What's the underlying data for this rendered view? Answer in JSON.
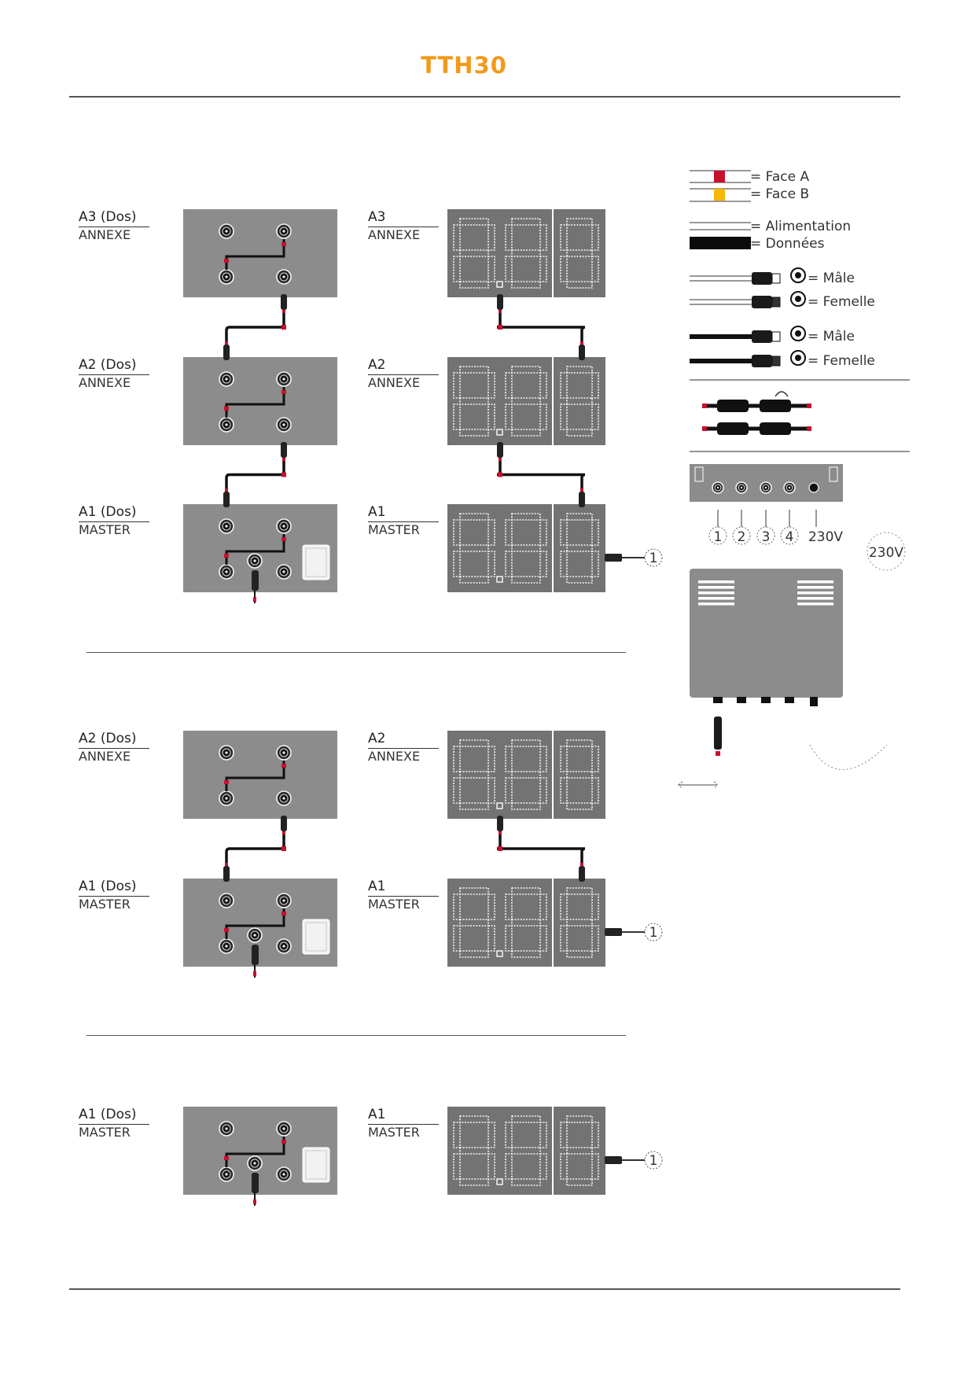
{
  "page": {
    "title": "TTH30"
  },
  "sections": [
    {
      "rows": [
        {
          "back_label": "A3 (Dos)",
          "back_role": "ANNEXE",
          "front_label": "A3",
          "front_role": "ANNEXE"
        },
        {
          "back_label": "A2 (Dos)",
          "back_role": "ANNEXE",
          "front_label": "A2",
          "front_role": "ANNEXE"
        },
        {
          "back_label": "A1 (Dos)",
          "back_role": "MASTER",
          "front_label": "A1",
          "front_role": "MASTER"
        }
      ]
    },
    {
      "rows": [
        {
          "back_label": "A2 (Dos)",
          "back_role": "ANNEXE",
          "front_label": "A2",
          "front_role": "ANNEXE"
        },
        {
          "back_label": "A1 (Dos)",
          "back_role": "MASTER",
          "front_label": "A1",
          "front_role": "MASTER"
        }
      ]
    },
    {
      "rows": [
        {
          "back_label": "A1 (Dos)",
          "back_role": "MASTER",
          "front_label": "A1",
          "front_role": "MASTER"
        }
      ]
    }
  ],
  "display_digits": "8.88",
  "legend": {
    "face_a": "= Face A",
    "face_b": "= Face B",
    "alimentation": "= Alimentation",
    "donnees": "= Données",
    "male": "= Mâle",
    "femelle": "= Femelle"
  },
  "controller": {
    "port_labels": [
      "1",
      "2",
      "3",
      "4",
      "230V"
    ],
    "power_label": "230V",
    "cable_callout": "1"
  },
  "colors": {
    "accent": "#f29a1c",
    "face_a": "#c8102e",
    "face_b": "#f5b800",
    "panel": "#8c8c8c",
    "display_bg": "#737373"
  }
}
